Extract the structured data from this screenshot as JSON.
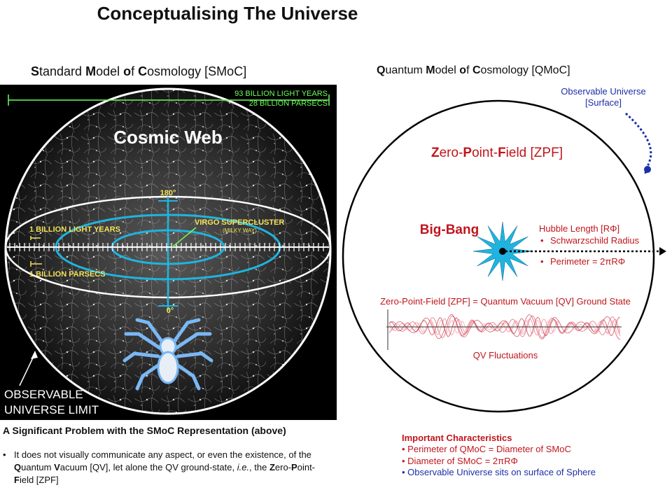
{
  "title": "Conceptualising The Universe",
  "smoc": {
    "title_parts": [
      {
        "b": "S",
        "r": "tandard "
      },
      {
        "b": "M",
        "r": "odel "
      },
      {
        "b": "o",
        "r": "f "
      },
      {
        "b": "C",
        "r": "osmology [SMoC]"
      }
    ],
    "cosmic_web": "Cosmic Web",
    "scale_top_1": "93 BILLION LIGHT YEARS",
    "scale_top_2": "28 BILLION PARSECS",
    "angle_top": "180°",
    "angle_bottom": "0°",
    "billion_ly": "1 BILLION LIGHT YEARS",
    "billion_pc": "1 BILLION PARSECS",
    "virgo": "VIRGO SUPERCLUSTER",
    "milky_way": "(MILKY WAY)",
    "observable_1": "OBSERVABLE",
    "observable_2": "UNIVERSE LIMIT"
  },
  "qmoc": {
    "title_parts": [
      {
        "b": "Q",
        "r": "uantum "
      },
      {
        "b": "M",
        "r": "odel "
      },
      {
        "b": "o",
        "r": "f "
      },
      {
        "b": "C",
        "r": "osmology [QMoC]"
      }
    ],
    "observable_1": "Observable Universe",
    "observable_2": "[Surface]",
    "zpf_parts": [
      {
        "b": "Z",
        "r": "ero-"
      },
      {
        "b": "P",
        "r": "oint-"
      },
      {
        "b": "F",
        "r": "ield [ZPF]"
      }
    ],
    "big_bang": "Big-Bang",
    "hubble": "Hubble Length [RΦ]",
    "schwarzschild": "Schwarzschild Radius",
    "perimeter": "Perimeter = 2πRΦ",
    "ground_state": "Zero-Point-Field [ZPF] = Quantum Vacuum [QV] Ground State",
    "fluctuations": "QV Fluctuations"
  },
  "problem": {
    "heading": "A Significant Problem with the SMoC Representation (above)",
    "bullet": "•",
    "text_1": "It does not visually communicate any aspect, or even the existence, of the ",
    "text_2": "Q",
    "text_3": "uantum ",
    "text_4": "V",
    "text_5": "acuum [QV], let alone the QV ground-state, ",
    "text_6": "i.e.",
    "text_7": ", the ",
    "text_8": "Z",
    "text_9": "ero-",
    "text_10": "P",
    "text_11": "oint-",
    "text_12": "F",
    "text_13": "ield [ZPF]"
  },
  "characteristics": {
    "heading": "Important Characteristics",
    "items": [
      "Perimeter of QMoC = Diameter of SMoC",
      "Diameter of SMoC = 2πRΦ",
      "Observable Universe sits on surface of Sphere"
    ]
  },
  "colors": {
    "red": "#c0161d",
    "blue": "#1b2fa6",
    "cyan": "#1fb4e0",
    "green": "#6cff5a"
  }
}
